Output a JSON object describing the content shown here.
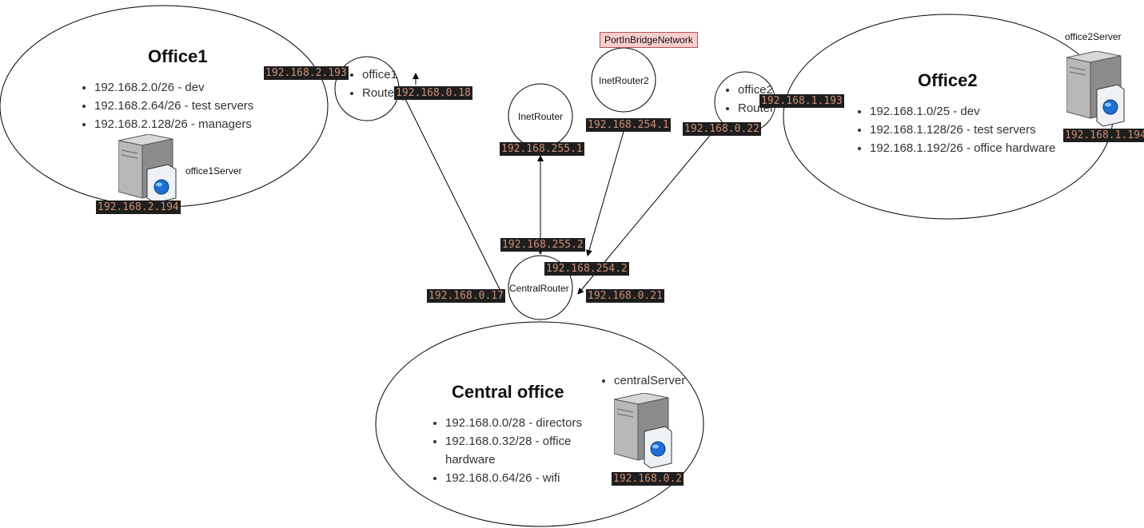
{
  "colors": {
    "ip_bg": "#1e1e1e",
    "ip_fg": "#ce9178",
    "tag_fill": "#f8cecc",
    "tag_stroke": "#b85450"
  },
  "office1": {
    "title": "Office1",
    "subnets": [
      "192.168.2.0/26 - dev",
      "192.168.2.64/26 - test servers",
      "192.168.2.128/26 - managers"
    ],
    "server_label": "office1Server",
    "server_ip": "192.168.2.194"
  },
  "office1_router": {
    "items": [
      "office1",
      "Router"
    ],
    "ip_left": "192.168.2.193",
    "ip_right": "192.168.0.18"
  },
  "inet_router": {
    "label": "InetRouter",
    "ip_bottom": "192.168.255.1"
  },
  "inet_router2": {
    "label": "InetRouter2",
    "tag": "PortInBridgeNetwork",
    "ip_bottom": "192.168.254.1"
  },
  "office2_router": {
    "items": [
      "office2",
      "Router"
    ],
    "ip_left": "192.168.0.22",
    "ip_right": "192.168.1.193"
  },
  "office2": {
    "title": "Office2",
    "subnets": [
      "192.168.1.0/25 - dev",
      "192.168.1.128/26 - test servers",
      "192.168.1.192/26 - office hardware"
    ],
    "server_label": "office2Server",
    "server_ip": "192.168.1.194"
  },
  "central_router": {
    "label": "CentralRouter",
    "ip_inet": "192.168.255.2",
    "ip_inet2": "192.168.254.2",
    "ip_office1": "192.168.0.17",
    "ip_office2": "192.168.0.21"
  },
  "central_office": {
    "title": "Central office",
    "subnets": [
      "192.168.0.0/28 - directors",
      "192.168.0.32/28 - office hardware",
      "192.168.0.64/26 - wifi"
    ],
    "server_label": "centralServer",
    "server_ip": "192.168.0.2"
  }
}
